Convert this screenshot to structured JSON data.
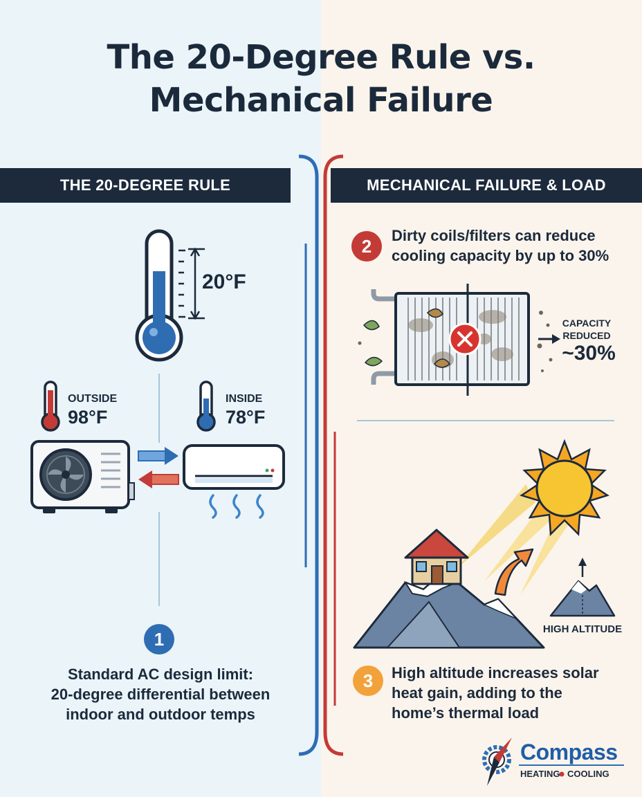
{
  "title": {
    "line1": "The 20-Degree Rule vs.",
    "line2": "Mechanical Failure"
  },
  "left_panel": {
    "header": "THE 20-DEGREE RULE",
    "differential": "20°F",
    "outside": {
      "label": "OUTSIDE",
      "temp": "98°F"
    },
    "inside": {
      "label": "INSIDE",
      "temp": "78°F"
    },
    "step": {
      "number": "1",
      "text_line1": "Standard AC design limit:",
      "text_line2": "20-degree differential between",
      "text_line3": "indoor and outdoor temps"
    }
  },
  "right_panel": {
    "header": "MECHANICAL FAILURE & LOAD",
    "step2": {
      "number": "2",
      "text_line1": "Dirty coils/filters can reduce",
      "text_line2": "cooling capacity by up to 30%"
    },
    "capacity": {
      "line1": "CAPACITY",
      "line2": "REDUCED",
      "value": "~30%"
    },
    "altitude_label": "HIGH ALTITUDE",
    "step3": {
      "number": "3",
      "text_line1": "High altitude increases solar",
      "text_line2": "heat gain, adding to the",
      "text_line3": "home’s thermal load"
    }
  },
  "logo": {
    "name": "Compass",
    "sub_left": "HEATING",
    "sub_right": "COOLING"
  },
  "colors": {
    "navy": "#1c2a3c",
    "blue": "#2f6db3",
    "red": "#c33b36",
    "orange": "#f2a23a",
    "sun": "#f7c531"
  }
}
